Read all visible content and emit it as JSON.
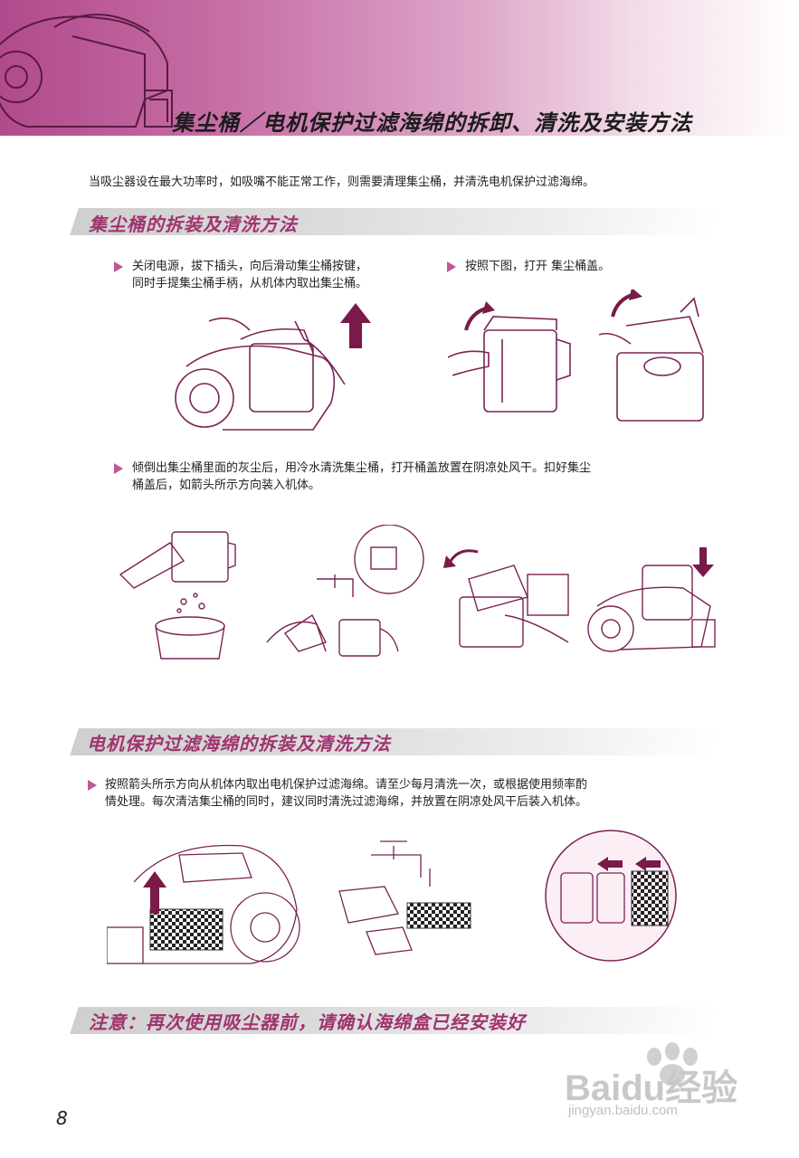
{
  "header": {
    "title": "集尘桶／电机保护过滤海绵的拆卸、清洗及安装方法",
    "color_primary": "#b14a8c",
    "color_accent": "#a0336f"
  },
  "intro": "当吸尘器设在最大功率时，如吸嘴不能正常工作，则需要清理集尘桶，并清洗电机保护过滤海绵。",
  "section1": {
    "title": "集尘桶的拆装及清洗方法",
    "step1": [
      "关闭电源，拔下插头，向后滑动集尘桶按键，",
      "同时手提集尘桶手柄，从机体内取出集尘桶。"
    ],
    "step2": "按照下图，打开 集尘桶盖。",
    "step3": [
      "倾倒出集尘桶里面的灰尘后，用冷水清洗集尘桶，打开桶盖放置在阴凉处风干。扣好集尘",
      "桶盖后，如箭头所示方向装入机体。"
    ]
  },
  "section2": {
    "title": "电机保护过滤海绵的拆装及清洗方法",
    "step1": [
      "按照箭头所示方向从机体内取出电机保护过滤海绵。请至少每月清洗一次，或根据使用频率酌",
      "情处理。每次清洁集尘桶的同时，建议同时清洗过滤海绵，并放置在阴凉处风干后装入机体。"
    ]
  },
  "note": "注意：再次使用吸尘器前，请确认海绵盒已经安装好",
  "page_number": "8",
  "watermark": {
    "brand": "Baidu经验",
    "url": "jingyan.baidu.com"
  }
}
